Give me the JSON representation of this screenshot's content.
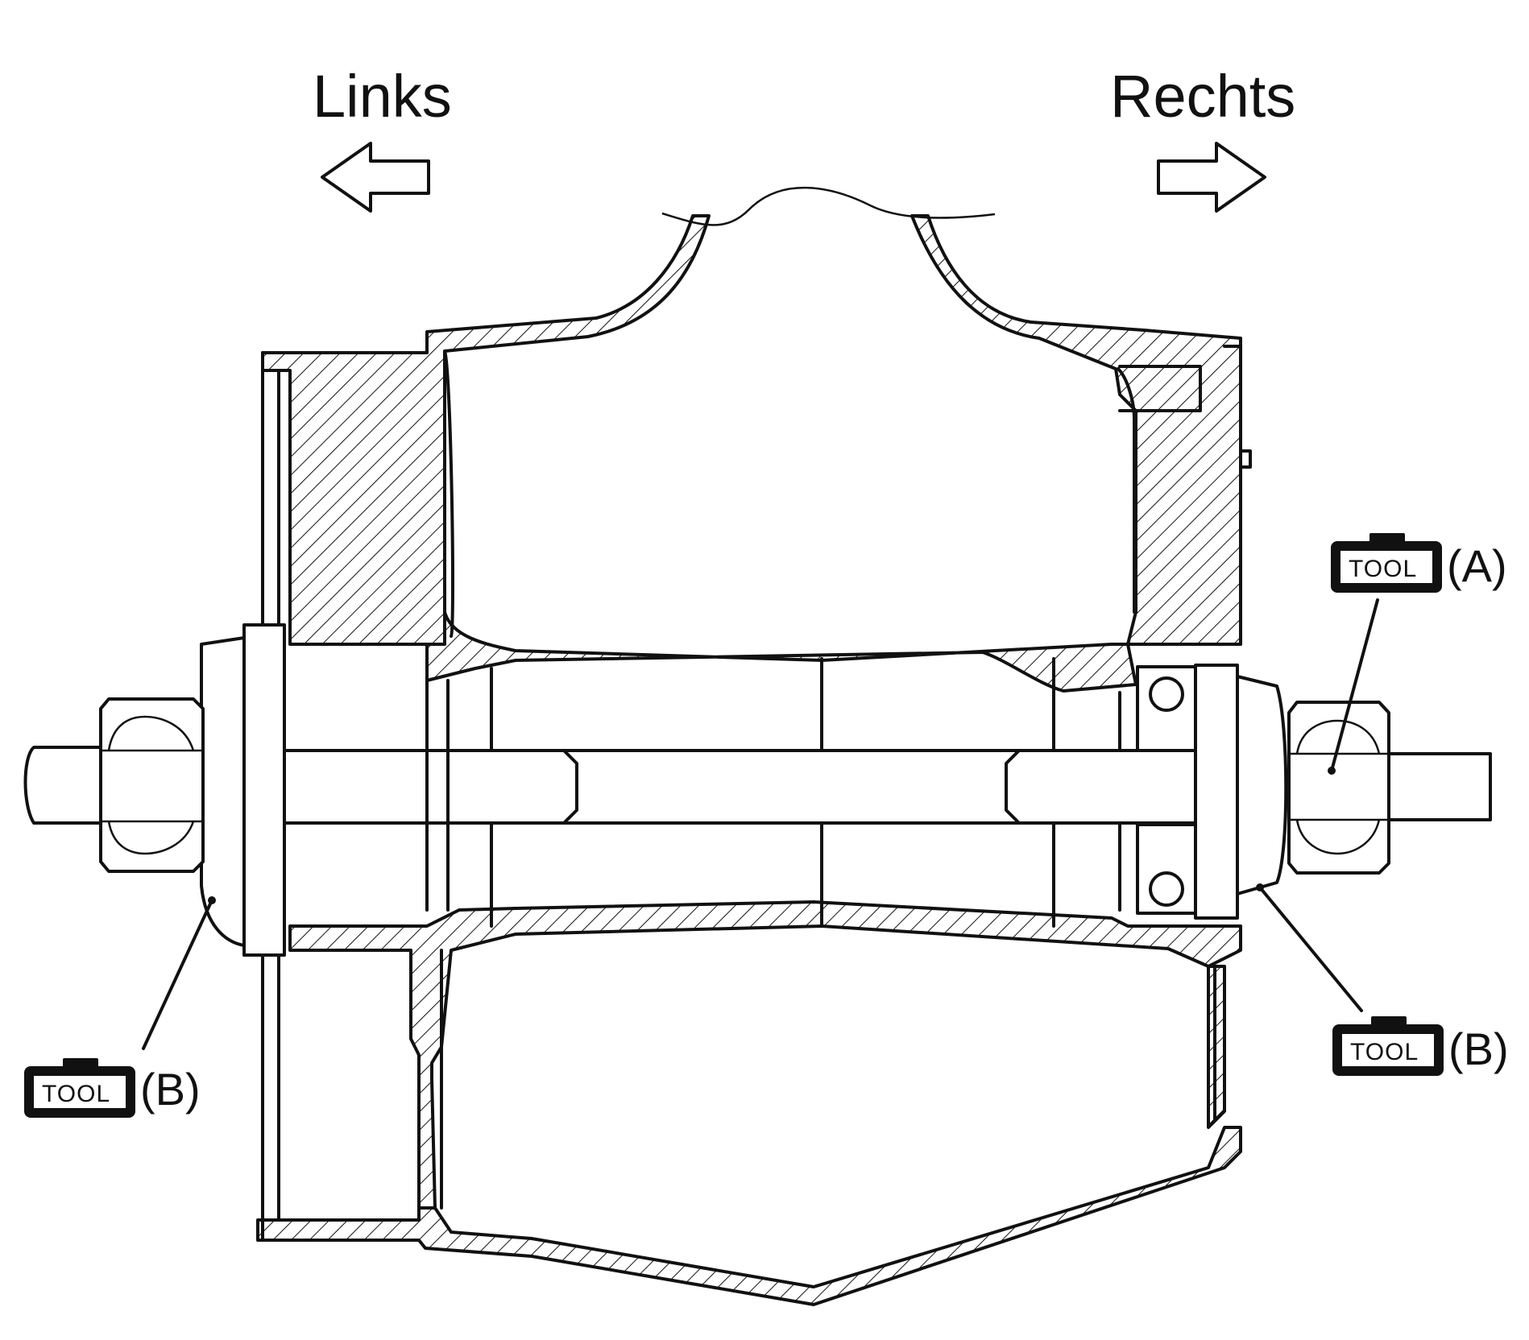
{
  "direction_labels": {
    "left": "Links",
    "right": "Rechts"
  },
  "tool_badges": [
    {
      "badge_text": "TOOL",
      "callout": "(A)"
    },
    {
      "badge_text": "TOOL",
      "callout": "(B)"
    },
    {
      "badge_text": "TOOL",
      "callout": "(B)"
    }
  ],
  "colors": {
    "ink": "#111111",
    "background": "#ffffff"
  }
}
